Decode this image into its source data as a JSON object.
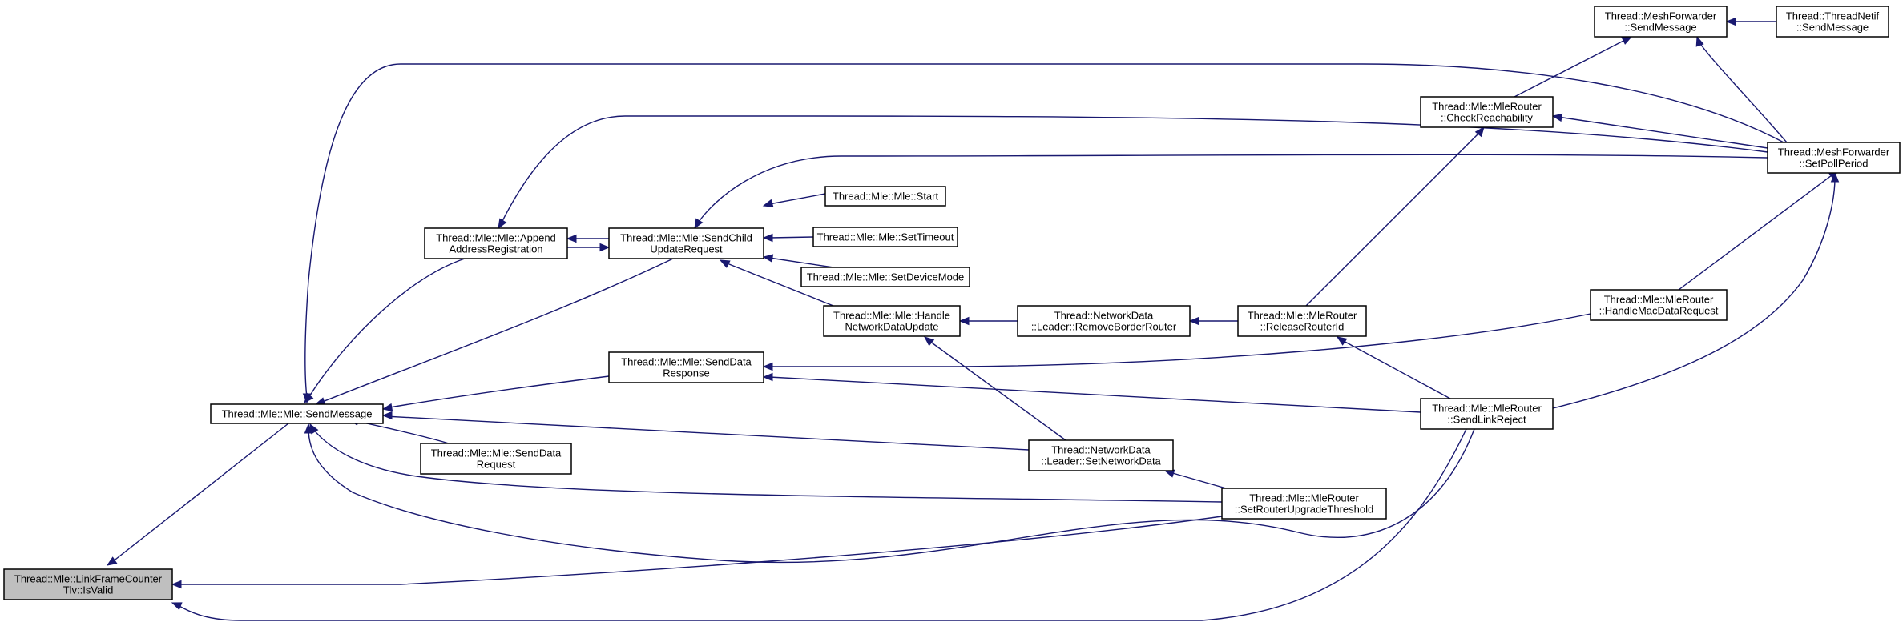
{
  "colors": {
    "edge": "#191970",
    "node_fill": "#ffffff",
    "root_fill": "#bfbfbf",
    "node_stroke": "#000000"
  },
  "nodes": {
    "root": [
      "Thread::Mle::LinkFrameCounter",
      "Tlv::IsValid"
    ],
    "sendMessage": [
      "Thread::Mle::Mle::SendMessage"
    ],
    "appendAddr": [
      "Thread::Mle::Mle::Append",
      "AddressRegistration"
    ],
    "sendChild": [
      "Thread::Mle::Mle::SendChild",
      "UpdateRequest"
    ],
    "sendDataResp": [
      "Thread::Mle::Mle::SendData",
      "Response"
    ],
    "sendDataReq": [
      "Thread::Mle::Mle::SendData",
      "Request"
    ],
    "start": [
      "Thread::Mle::Mle::Start"
    ],
    "setTimeout": [
      "Thread::Mle::Mle::SetTimeout"
    ],
    "setDeviceMode": [
      "Thread::Mle::Mle::SetDeviceMode"
    ],
    "handleNet": [
      "Thread::Mle::Mle::Handle",
      "NetworkDataUpdate"
    ],
    "removeBorder": [
      "Thread::NetworkData",
      "::Leader::RemoveBorderRouter"
    ],
    "setNetData": [
      "Thread::NetworkData",
      "::Leader::SetNetworkData"
    ],
    "releaseRouter": [
      "Thread::Mle::MleRouter",
      "::ReleaseRouterId"
    ],
    "setRouterUpgrade": [
      "Thread::Mle::MleRouter",
      "::SetRouterUpgradeThreshold"
    ],
    "checkReach": [
      "Thread::Mle::MleRouter",
      "::CheckReachability"
    ],
    "sendLinkReject": [
      "Thread::Mle::MleRouter",
      "::SendLinkReject"
    ],
    "handleMac": [
      "Thread::Mle::MleRouter",
      "::HandleMacDataRequest"
    ],
    "meshSend": [
      "Thread::MeshForwarder",
      "::SendMessage"
    ],
    "netifSend": [
      "Thread::ThreadNetif",
      "::SendMessage"
    ],
    "setPoll": [
      "Thread::MeshForwarder",
      "::SetPollPeriod"
    ]
  }
}
